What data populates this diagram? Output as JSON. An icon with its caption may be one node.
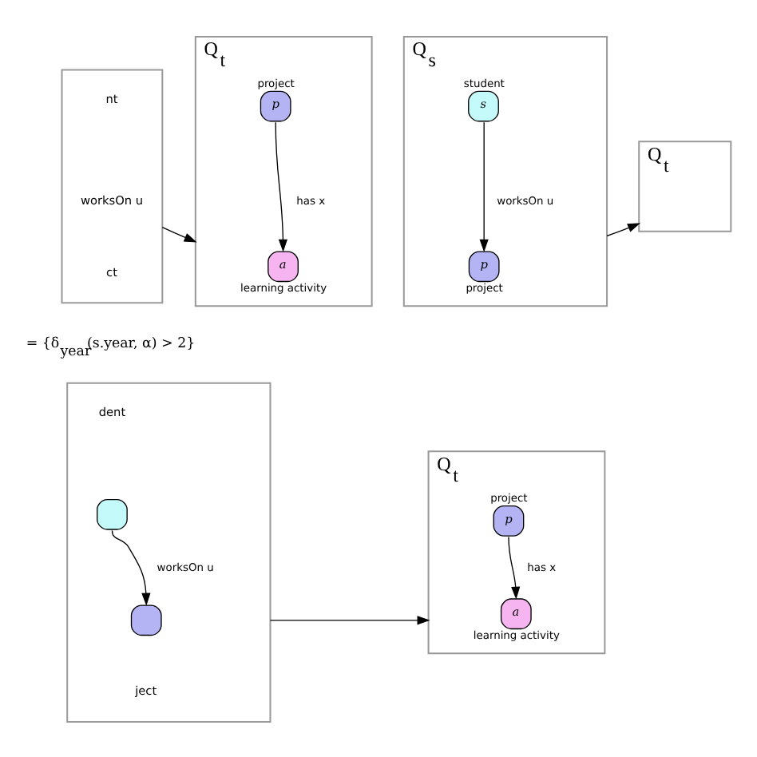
{
  "diagram": {
    "nodes": [
      {
        "text": [],
        "shape": "box"
      },
      {
        "text": [
          "nt"
        ],
        "in": 0
      },
      {
        "text": [
          "worksOn u"
        ],
        "in": 0
      },
      {
        "text": [
          "ct"
        ],
        "in": 0
      },
      {
        "text": [
          "Q$_{t}$"
        ]
      },
      {
        "text": [
          "p"
        ],
        "in": 4,
        "beside": [
          "project"
        ]
      },
      {
        "text": [
          "a"
        ],
        "in": 4,
        "beside": [
          "learning activity"
        ]
      },
      {
        "text": [
          "Q$_{s}$"
        ]
      },
      {
        "text": [
          "s"
        ],
        "in": 7,
        "beside": [
          "student"
        ]
      },
      {
        "text": [
          "p"
        ],
        "in": 7,
        "beside": [
          "project"
        ]
      },
      {
        "text": [
          "Q$_{t}$"
        ]
      },
      {
        "text": [],
        "shape": "box"
      },
      {
        "text": [
          "dent"
        ],
        "in": 11
      },
      {
        "text": [],
        "shape": "circle",
        "in": 11
      },
      {
        "text": [],
        "shape": "circle",
        "in": 11
      },
      {
        "text": [
          "ject"
        ],
        "in": 11
      },
      {
        "text": [
          "Q$_{t}$"
        ]
      },
      {
        "text": [
          "p"
        ],
        "in": 16,
        "beside": [
          "project"
        ]
      },
      {
        "text": [
          "a"
        ],
        "in": 16,
        "beside": [
          "learning activity"
        ]
      }
    ],
    "edges": [
      {
        "from": 0,
        "to": 4,
        "arrow": "to"
      },
      {
        "from": 5,
        "to": 6,
        "arrow": "to",
        "label": "has x"
      },
      {
        "from": 7,
        "to": 10,
        "arrow": "to"
      },
      {
        "from": 8,
        "to": 9,
        "arrow": "to",
        "label": "worksOn u"
      },
      {
        "from": 13,
        "to": 14,
        "arrow": "to",
        "label": "worksOn u"
      },
      {
        "from": 11,
        "to": 16,
        "arrow": "to"
      },
      {
        "from": 17,
        "to": 18,
        "arrow": "to",
        "label": "has x"
      }
    ],
    "labels": [
      "= {δ$_{year}$(s.year, α) > 2}"
    ]
  }
}
